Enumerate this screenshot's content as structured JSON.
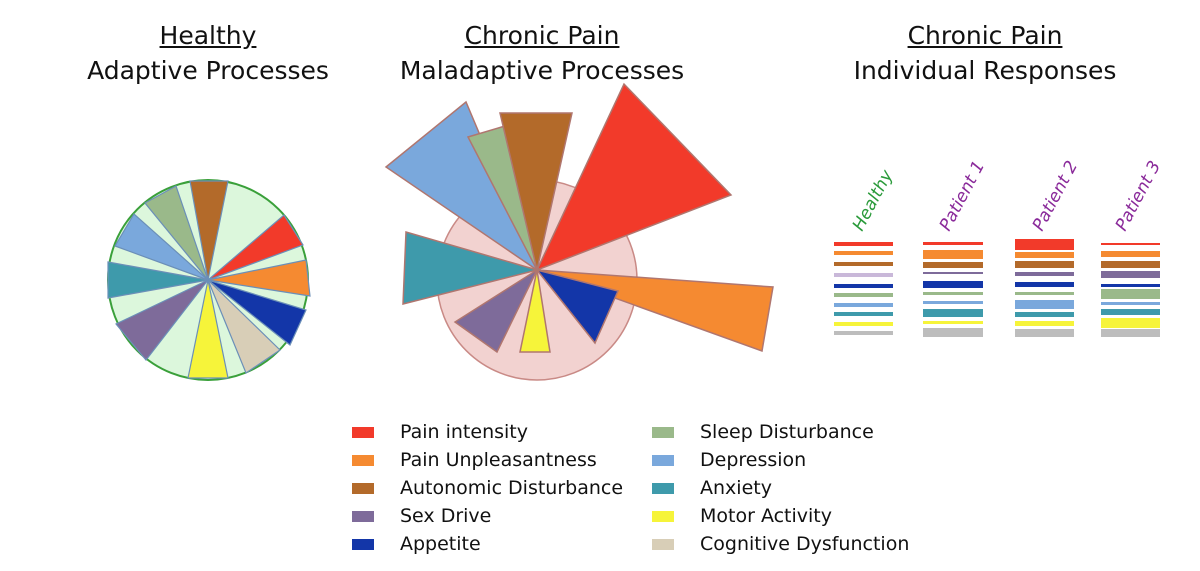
{
  "titles": {
    "healthy": {
      "line1": "Healthy",
      "line2": "Adaptive Processes"
    },
    "maladaptive": {
      "line1": "Chronic Pain",
      "line2": "Maladaptive Processes"
    },
    "individual": {
      "line1": "Chronic Pain",
      "line2": "Individual Responses"
    }
  },
  "categories": [
    {
      "key": "pain_intensity",
      "label": "Pain intensity",
      "color": "#f23a2a"
    },
    {
      "key": "pain_unpleasantness",
      "label": "Pain Unpleasantness",
      "color": "#f58a31"
    },
    {
      "key": "autonomic",
      "label": "Autonomic Disturbance",
      "color": "#b36a2a"
    },
    {
      "key": "sex_drive",
      "label": "Sex Drive",
      "color": "#7e6b9a"
    },
    {
      "key": "appetite",
      "label": "Appetite",
      "color": "#1336a8"
    },
    {
      "key": "sleep",
      "label": "Sleep Disturbance",
      "color": "#9ab98a"
    },
    {
      "key": "depression",
      "label": "Depression",
      "color": "#7aa8dc"
    },
    {
      "key": "anxiety",
      "label": "Anxiety",
      "color": "#3e9aab"
    },
    {
      "key": "motor",
      "label": "Motor Activity",
      "color": "#f6f43a"
    },
    {
      "key": "cognitive",
      "label": "Cognitive Dysfunction",
      "color": "#d8ceb7"
    }
  ],
  "columns": [
    {
      "label": "Healthy",
      "color": "#2a9a3a"
    },
    {
      "label": "Patient 1",
      "color": "#8a2a9a"
    },
    {
      "label": "Patient 2",
      "color": "#8a2a9a"
    },
    {
      "label": "Patient 3",
      "color": "#8a2a9a"
    }
  ],
  "colors": {
    "healthy_fill": "#dcf7dc",
    "healthy_stroke": "#3aa03a",
    "maladaptive_circle": "#f2d2d0",
    "maladaptive_circle_stroke": "#c98a86"
  }
}
